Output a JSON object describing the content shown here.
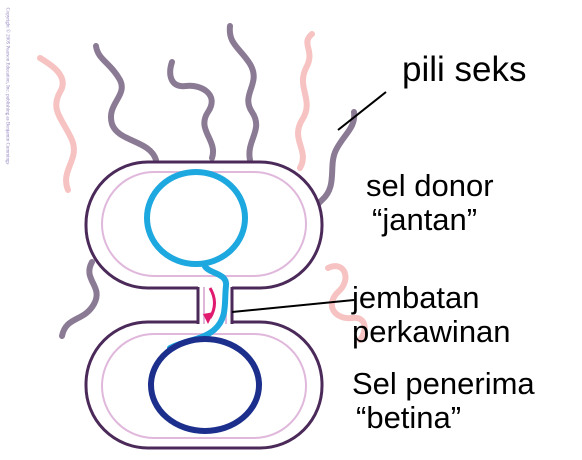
{
  "copyright": "Copyright © 2005 Pearson Education, Inc. publishing as Benjamin Cummings",
  "labels": {
    "pili": "pili seks",
    "donor_line1": "sel donor",
    "donor_line2": "“jantan”",
    "bridge_line1": "jembatan",
    "bridge_line2": "perkawinan",
    "recipient_line1": "Sel penerima",
    "recipient_line2": "“betina”"
  },
  "colors": {
    "cell_outline": "#4b2a5a",
    "inner_outline": "#e0b8dc",
    "pili_gray": "#8b7a94",
    "pili_pink": "#f7c2c2",
    "donor_dna": "#1ea8e0",
    "recipient_dna": "#1c2f8c",
    "transfer_arrow": "#e01a6e"
  }
}
